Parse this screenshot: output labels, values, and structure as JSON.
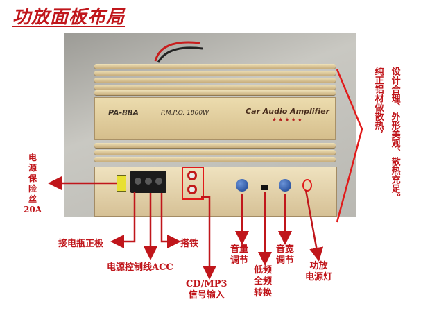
{
  "title": "功放面板布局",
  "amp": {
    "model": "PA-88A",
    "pmpo": "P.M.P.O. 1800W",
    "brand": "Car Audio Amplifier",
    "stars": "★★★★★"
  },
  "labels": {
    "fuse_lines": [
      "电",
      "源",
      "保",
      "险",
      "丝",
      "20A"
    ],
    "battery_positive": "接电瓶正极",
    "ground": "搭铁",
    "acc_control": "电源控制线ACC",
    "signal_input": [
      "CD/MP3",
      "信号输入"
    ],
    "volume": [
      "音量",
      "调节"
    ],
    "bass_switch": [
      "低频",
      "全频",
      "转换"
    ],
    "width": [
      "音宽",
      "调节"
    ],
    "power_led": [
      "功放",
      "电源灯"
    ]
  },
  "side_text": {
    "col1": "设计合理、外形美观、散热充足。",
    "col2": "纯正铝材做散热，"
  },
  "colors": {
    "label": "#c0161b",
    "bracket": "#e11a1a"
  }
}
